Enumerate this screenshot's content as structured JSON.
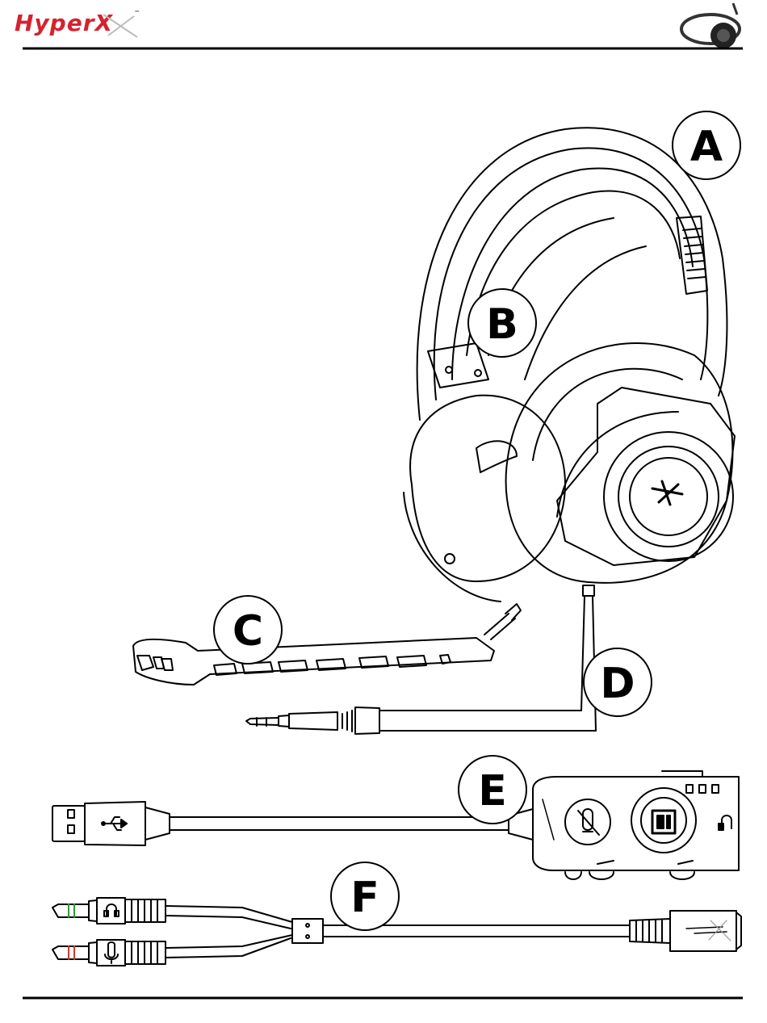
{
  "header": {
    "brand_logo_text": "HyperX",
    "brand_color": "#d6222f",
    "trademark": "™"
  },
  "callouts": {
    "a": "A",
    "b": "B",
    "c": "C",
    "d": "D",
    "e": "E",
    "f": "F"
  },
  "colors": {
    "line": "#000000",
    "background": "#ffffff",
    "jack_green": "#2e9b3a",
    "jack_red": "#d23a2a",
    "header_rule": "#000000"
  },
  "icons": {
    "header_thumbnail": "headset-thumbnail-icon",
    "usb": "usb-icon",
    "mic_mute": "mic-mute-icon",
    "surround": "surround-sound-icon",
    "headphone": "headphone-icon",
    "speaker_jack": "headphone-jack-icon",
    "mic_jack": "microphone-jack-icon"
  }
}
